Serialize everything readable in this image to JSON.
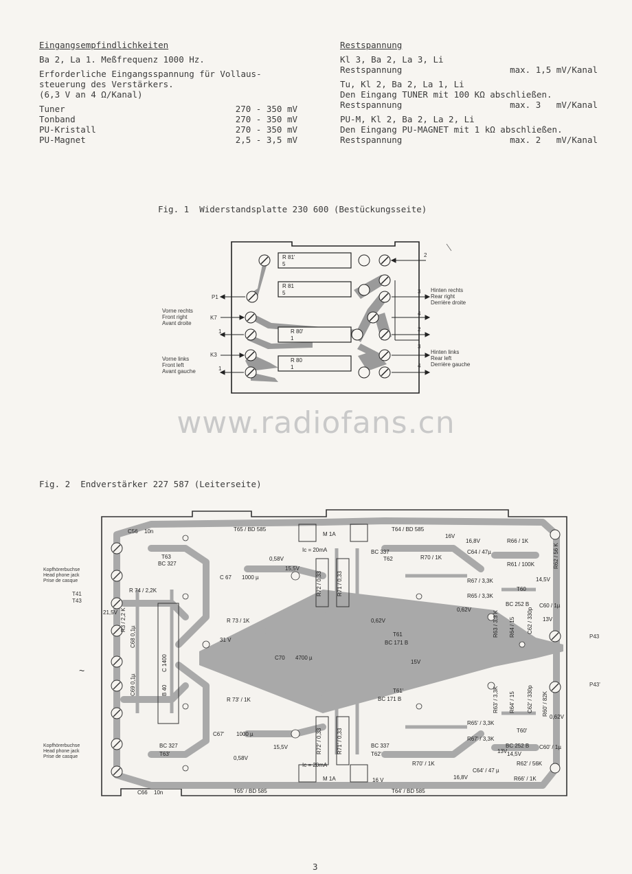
{
  "left_column": {
    "heading": "Eingangsempfindlichkeiten",
    "line1": "Ba 2, La 1. Meßfrequenz 1000 Hz.",
    "line2": "Erforderliche Eingangsspannung für Vollaus-",
    "line3": "steuerung des Verstärkers.",
    "line4": "(6,3 V an 4 Ω/Kanal)",
    "rows": [
      {
        "label": "Tuner",
        "value": "270 - 350 mV"
      },
      {
        "label": "Tonband",
        "value": "270 - 350 mV"
      },
      {
        "label": "PU-Kristall",
        "value": "270 - 350 mV"
      },
      {
        "label": "PU-Magnet",
        "value": "2,5 - 3,5 mV"
      }
    ]
  },
  "right_column": {
    "heading": "Restspannung",
    "b1_l1": "Kl 3, Ba 2, La 3, Li",
    "b1_l2_label": "Restspannung",
    "b1_l2_value": "max. 1,5 mV/Kanal",
    "b2_l1": "Tu, Kl 2, Ba 2, La 1, Li",
    "b2_l2": "Den Eingang TUNER mit 100 KΩ abschließen.",
    "b2_l3_label": "Restspannung",
    "b2_l3_value": "max. 3   mV/Kanal",
    "b3_l1": "PU-M, Kl 2, Ba 2, La 2, Li",
    "b3_l2": "Den Eingang PU-MAGNET mit 1 kΩ abschließen.",
    "b3_l3_label": "Restspannung",
    "b3_l3_value": "max. 2   mV/Kanal"
  },
  "fig1": {
    "caption": "Fig. 1  Widerstandsplatte 230 600 (Bestückungsseite)",
    "resistors": [
      {
        "name": "R 81'",
        "value": "5"
      },
      {
        "name": "R 81",
        "value": "5"
      },
      {
        "name": "R 80'",
        "value": "1"
      },
      {
        "name": "R 80",
        "value": "1"
      }
    ],
    "left_labels": {
      "p1": "P1",
      "front_right": [
        "Vorne rechts",
        "Front right",
        "Avant droite"
      ],
      "k7": "K7",
      "one_a": "1",
      "front_left": [
        "Vorne links",
        "Front left",
        "Avant gauche"
      ],
      "k3": "K3",
      "one_b": "1"
    },
    "right_labels": {
      "n2a": "2",
      "n3a": "3",
      "rear_right": [
        "Hinten rechts",
        "Rear right",
        "Derrière droite"
      ],
      "n4a": "4",
      "n2b": "2",
      "n3b": "3",
      "rear_left": [
        "Hinten links",
        "Rear left",
        "Derrière gauche"
      ],
      "n4b": "4"
    }
  },
  "watermark": "www.radiofans.cn",
  "fig2": {
    "caption": "Fig. 2  Endverstärker 227 587 (Leiterseite)",
    "side_labels": {
      "kopf_top": [
        "Kopfhörerbuchse",
        "Head phone jack",
        "Prise de casque"
      ],
      "t41": "T41",
      "t43": "T43",
      "tilde": "~",
      "kopf_bottom": [
        "Kopfhörerbuchse",
        "Head phone jack",
        "Prise de casque"
      ],
      "p43": "P43",
      "p43p": "P43'"
    },
    "components": {
      "c56": "C56",
      "c56_val": "10n",
      "t65_top": "T65 / BD 585",
      "m1a_top": "M 1A",
      "t64_top": "T64 / BD 585",
      "v16_top": "16V",
      "ic_top": "Ic = 20mA",
      "r66": "R66 / 1K",
      "t63": "T63",
      "bc327_top": "BC 327",
      "v058_top": "0,58V",
      "bc337_top": "BC 337",
      "t62": "T62",
      "v168_top": "16,8V",
      "r70": "R70 / 1K",
      "r61": "R61 / 100K",
      "c67": "C 67",
      "c67_val": "1000 µ",
      "v155_top": "15,5V",
      "r72": "R72 / 0,33",
      "r71": "R71 / 0,33",
      "r67": "R67 / 3,3K",
      "r65": "R65 / 3,3K",
      "r62": "R62 / 56 K",
      "v145_top": "14,5V",
      "t60": "T60",
      "r74": "R 74 / 2,2K",
      "v215": "21,5V",
      "r3": "R3 / 2,2 K",
      "bc252b": "BC 252 B",
      "c60": "C60 / 1µ",
      "v13_top": "13V",
      "r73": "R 73 / 1K",
      "v062_a": "0,62V",
      "v062_b": "0,62V",
      "c68": "C68 0,1µ",
      "c1400": "C 1400",
      "v31": "31 V",
      "t61": "T61",
      "bc171b_top": "BC 171 B",
      "r64": "R64 / 15",
      "r63": "R63 / 3,3 K",
      "c62": "C62 / 330p",
      "c70": "C70",
      "c70_val": "4700 µ",
      "v15": "15V",
      "c69": "C69 0,1µ",
      "b40": "B 40",
      "r73p": "R 73' / 1K",
      "t61p": "T61'",
      "bc171b_bot": "BC 171 B",
      "r64p": "R64' / 15",
      "r63p": "R63' / 3,3K",
      "c62p": "C62' / 330p",
      "r60p": "R60' / 82K",
      "v062_c": "0,62V",
      "r65p": "R65' / 3,3K",
      "r67p": "R67' / 3,3K",
      "t60p": "T60'",
      "bc252b_bot": "BC 252 B",
      "c60p": "C60' / 1µ",
      "c67p": "C67'",
      "c67p_val": "1000 µ",
      "v155_bot": "15,5V",
      "v058_bot": "0,58V",
      "bc327_bot": "BC 327",
      "t63p": "T63'",
      "bc337_bot": "BC 337",
      "t62p": "T62'",
      "r72p": "R72' / 0,33",
      "r71p": "R71' / 0,33",
      "v13_bot": "13V",
      "v145_bot": "14,5V",
      "r62p": "R62' / 56K",
      "r70p": "R70' / 1K",
      "c64p": "C64' / 47 µ",
      "v168_bot": "16,8V",
      "r66p": "R66' / 1K",
      "c66": "C66",
      "c66_val": "10n",
      "t65_bot": "T65' / BD 585",
      "ic_bot": "Ic = 20mA",
      "m1a_bot": "M 1A",
      "v16_bot": "16 V",
      "t64_bot": "T64' / BD 585",
      "c64": "C64 / 47µ"
    }
  },
  "page_number": "3"
}
